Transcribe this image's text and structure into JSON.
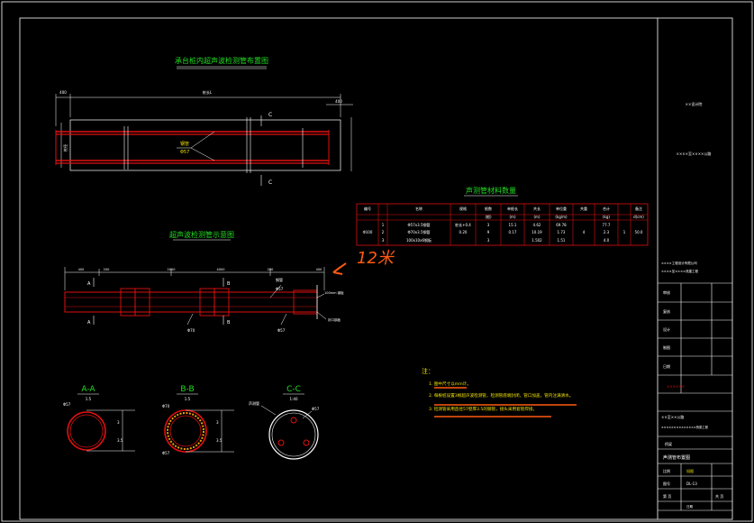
{
  "drawing": {
    "plan_title": "承台桩内超声波检测管布置图",
    "elev_title": "超声波检测管示意图",
    "table_title": "声测管材料数量",
    "dim_top_left": "400",
    "dim_total": "桩长L",
    "dim_right": "400",
    "dim_vertical": "桩径",
    "label_pipe": "钢管",
    "label_pipe_spec": "Φ57",
    "section_c_top": "C",
    "section_c_bottom": "C",
    "elev_dims": [
      "400",
      "200",
      "2000",
      "4000",
      "200",
      "400"
    ],
    "sec_a": "A",
    "sec_b": "B",
    "elev_label_pipe": "钢管",
    "elev_label_pipe_spec": "Φ57",
    "elev_label_right": "100mm 钢板",
    "elev_label_cap": "封口钢板",
    "elev_label_joint": "Φ70",
    "elev_label_joint2": "Φ57",
    "handwriting": "12米",
    "section_aa_title": "A-A",
    "section_aa_scale": "1:5",
    "section_bb_title": "B-B",
    "section_bb_scale": "1:5",
    "section_cc_title": "C-C",
    "section_cc_scale": "1:40",
    "aa_label": "Φ57",
    "bb_label_top": "Φ70",
    "bb_label_bottom": "Φ57",
    "cc_label_left": "声测管",
    "cc_label_right": "Φ57",
    "aa_dims": [
      "3",
      "3.5"
    ],
    "bb_dims": [
      "3",
      "3.5"
    ]
  },
  "table": {
    "headers": [
      "编号",
      "名称",
      "规格",
      "根数",
      "单根长",
      "共长",
      "单位重",
      "共重",
      "合计",
      "备注"
    ],
    "units": [
      "",
      "",
      "",
      "(根)",
      "(m)",
      "(m)",
      "(kg/m)",
      "(kg)",
      "(kg)",
      "d(cm)"
    ],
    "rows": [
      [
        "1",
        "Φ57x3.5钢管",
        "桩长+0.4",
        "3",
        "15.1",
        "4.62",
        "69.78",
        "",
        "",
        ""
      ],
      [
        "2",
        "Φ70x3.5钢管",
        "0.20",
        "9",
        "0.17",
        "10.19",
        "1.73",
        "",
        "",
        ""
      ],
      [
        "3",
        "100x10x6钢板",
        "",
        "3",
        "",
        "1.502",
        "1.51",
        "",
        "",
        ""
      ]
    ],
    "group_label": "Φ100",
    "totals": [
      "77.7",
      "2.3",
      "4.0"
    ],
    "merge_val": "1",
    "merge_val2": "4",
    "diameter_val": "50.0"
  },
  "notes": {
    "title": "注：",
    "items": [
      "1. 图中尺寸以mm计。",
      "2. 每根桩设置3根超声波检测管，检测管底端封闭，管口加盖，管内注满清水。",
      "3. 检测管采用直径57壁厚3.5的钢管，接头采用套管焊接。"
    ]
  },
  "title_block": {
    "company": "××设计院",
    "project_line": "××××至××××公路",
    "row1_a": "××××工程设计有限公司",
    "row1_b": "××××至××××改建工程",
    "sign_labels": [
      "审核",
      "复核",
      "设计",
      "制图"
    ],
    "sign_values": [
      "",
      "",
      "",
      ""
    ],
    "date_label": "日期",
    "stamp": "××××××",
    "project_name": "××至××公路",
    "subtitle": "××××××××××××××桥梁工程",
    "part": "桥梁",
    "drawing_name": "声测管布置图",
    "scale_label": "比例",
    "scale_value": "如图",
    "drawing_no_label": "图号",
    "drawing_no": "DL-13",
    "sheet_label": "第  页",
    "sheet_value": "共  页",
    "bottom": "日期"
  },
  "colors": {
    "bg": "#000000",
    "line": "#ffffff",
    "red": "#e01010",
    "green": "#22dd22",
    "yellow": "#f0e000",
    "orange": "#ff5a10",
    "cyan": "#30d0d0"
  }
}
